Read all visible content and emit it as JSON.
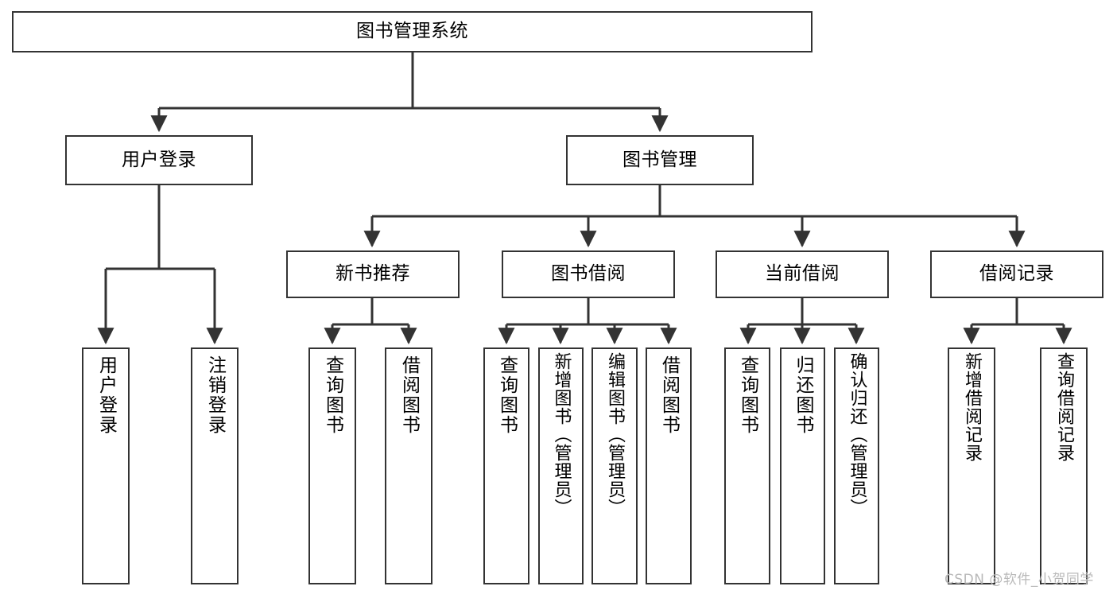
{
  "diagram": {
    "title": "图书管理系统",
    "type": "tree-hierarchy",
    "watermark": "CSDN @软件_小贺同学",
    "colors": {
      "box_border": "#333333",
      "box_fill": "#ffffff",
      "edge": "#333333",
      "text": "#000000",
      "watermark": "#b9b9b9"
    },
    "root": {
      "label": "图书管理系统"
    },
    "level1": [
      {
        "id": "user-login",
        "label": "用户登录"
      },
      {
        "id": "book-manage",
        "label": "图书管理"
      }
    ],
    "level2": [
      {
        "id": "new-book-recommend",
        "label": "新书推荐"
      },
      {
        "id": "book-borrow",
        "label": "图书借阅"
      },
      {
        "id": "current-borrow",
        "label": "当前借阅"
      },
      {
        "id": "borrow-record",
        "label": "借阅记录"
      }
    ],
    "leaves": {
      "user_login": [
        {
          "id": "leaf-user-login",
          "label": "用户登录"
        },
        {
          "id": "leaf-user-logout",
          "label": "注销登录"
        }
      ],
      "new_book_recommend": [
        {
          "id": "leaf-query-book-1",
          "label": "查询图书"
        },
        {
          "id": "leaf-borrow-book-1",
          "label": "借阅图书"
        }
      ],
      "book_borrow": [
        {
          "id": "leaf-query-book-2",
          "label": "查询图书"
        },
        {
          "id": "leaf-add-book",
          "label": "新增图书（管理员）"
        },
        {
          "id": "leaf-edit-book",
          "label": "编辑图书（管理员）"
        },
        {
          "id": "leaf-borrow-book-2",
          "label": "借阅图书"
        }
      ],
      "current_borrow": [
        {
          "id": "leaf-query-book-3",
          "label": "查询图书"
        },
        {
          "id": "leaf-return-book",
          "label": "归还图书"
        },
        {
          "id": "leaf-confirm-return",
          "label": "确认归还（管理员）"
        }
      ],
      "borrow_record": [
        {
          "id": "leaf-add-record",
          "label": "新增借阅记录"
        },
        {
          "id": "leaf-query-record",
          "label": "查询借阅记录"
        }
      ]
    }
  }
}
